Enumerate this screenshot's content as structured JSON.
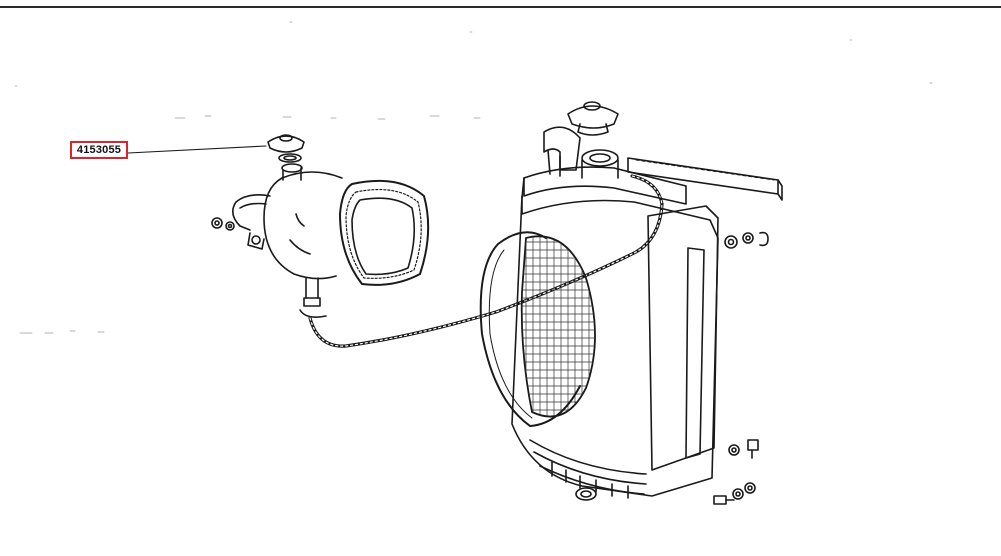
{
  "diagram": {
    "part_callouts": [
      {
        "part_number": "4153055",
        "target": "expansion-tank-cap",
        "highlight_color": "#d9252b"
      }
    ],
    "line_color": "#1a1a1a",
    "components": [
      "expansion-tank",
      "expansion-tank-cap",
      "tank-mounting-strap",
      "fan-shroud-ring",
      "overflow-hose",
      "radiator",
      "radiator-filler-neck",
      "radiator-cap",
      "radiator-core",
      "seal-strip",
      "drain-outlet",
      "nut-washer-set"
    ]
  }
}
